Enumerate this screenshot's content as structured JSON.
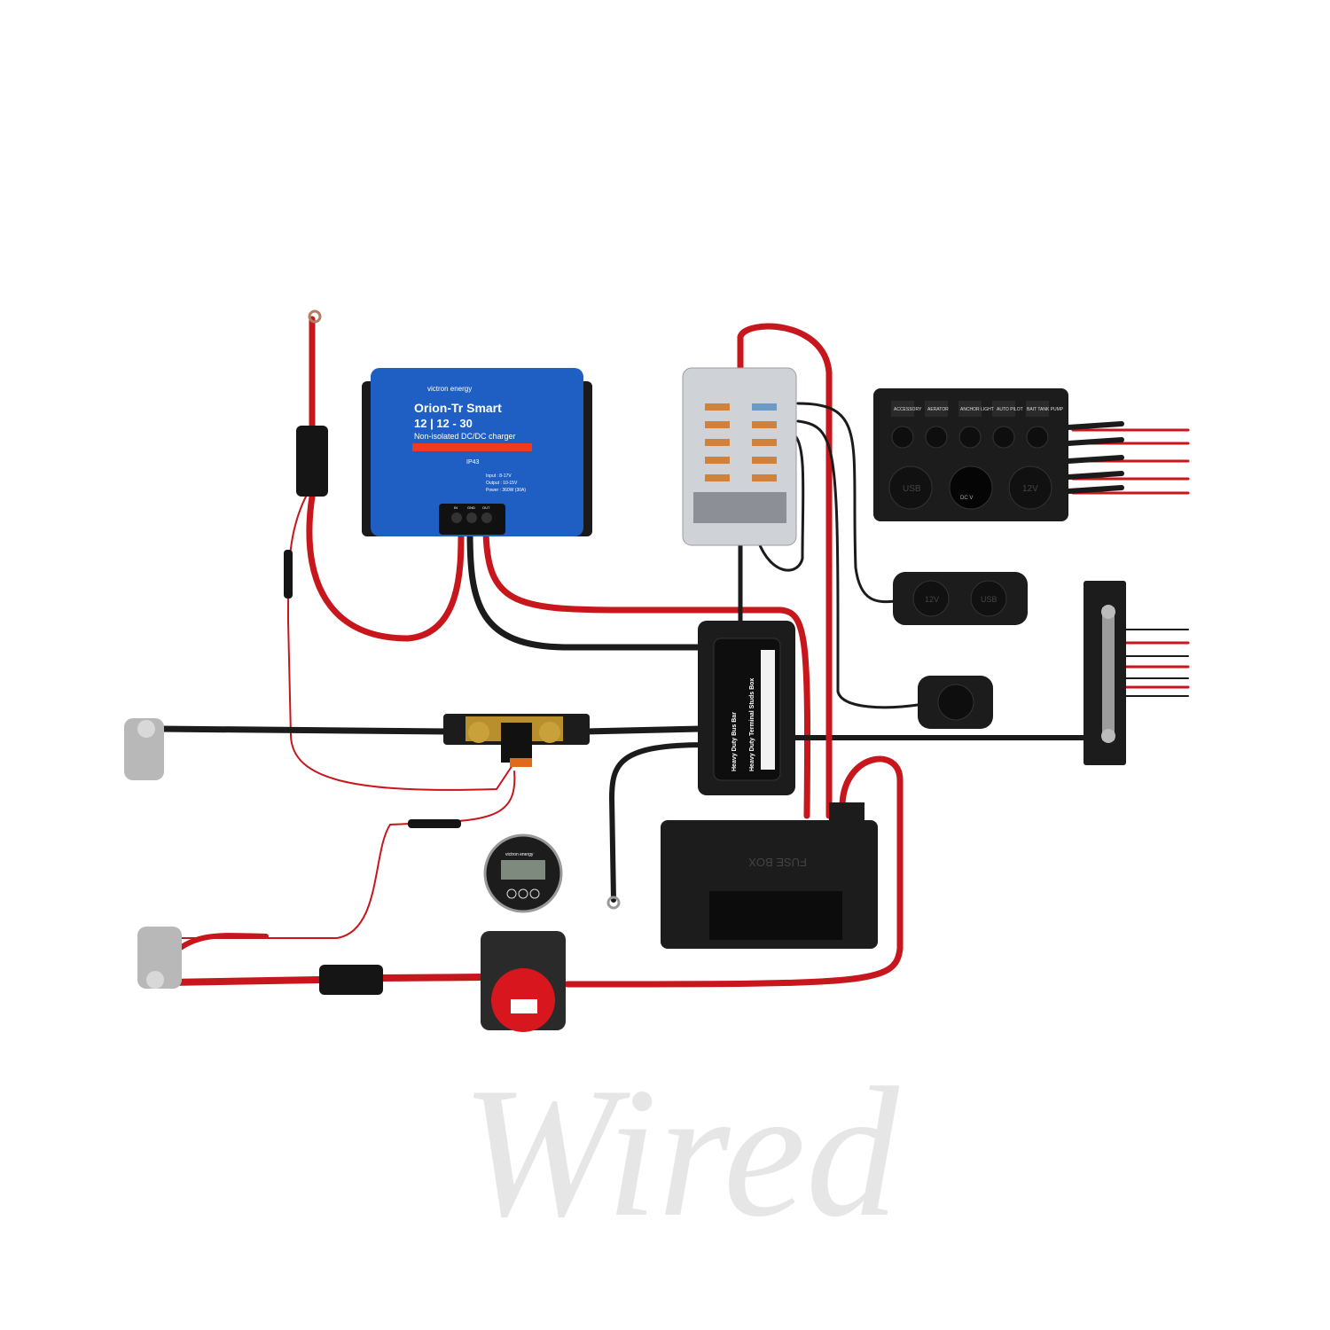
{
  "colors": {
    "background": "#ffffff",
    "victron_blue": "#1f5fc4",
    "cable_red": "#c8161d",
    "cable_black": "#1b1b1b",
    "housing": "#1c1c1c"
  },
  "charger": {
    "brand": "victron energy",
    "model": "Orion-Tr Smart",
    "rating": "12 | 12 - 30",
    "description": "Non-isolated DC/DC charger",
    "ip": "IP43",
    "specs": [
      "Input : 8-17V",
      "Output : 10-15V",
      "Power : 360W (30A)"
    ],
    "terminals": [
      "IN",
      "GND",
      "OUT"
    ]
  },
  "switch_panel": {
    "switches": [
      "ACCESSORY",
      "AERATOR",
      "ANCHOR LIGHT",
      "AUTO PILOT",
      "BAIT TANK PUMP"
    ],
    "sockets": [
      "USB",
      "DC V",
      "12V"
    ]
  },
  "dual_socket": {
    "sockets": [
      "12V",
      "USB"
    ]
  },
  "busbar_box": {
    "title1": "Heavy Duty Bus Bar",
    "title2": "Heavy Duty Terminal Studs Box"
  },
  "fuse_box": {
    "label": "FUSE BOX"
  },
  "monitor": {
    "brand": "victron energy"
  },
  "watermark": {
    "text": "Wired"
  }
}
